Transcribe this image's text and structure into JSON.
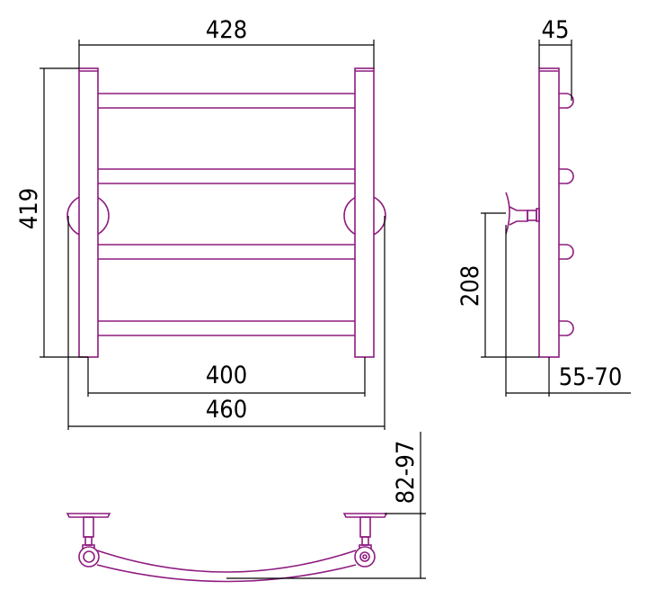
{
  "drawing": {
    "line_color": "#8e1b7f",
    "front_view": {
      "width_top": "428",
      "height": "419",
      "axis_distance": "400",
      "overall_width": "460"
    },
    "side_view": {
      "depth": "45",
      "connection_height": "208",
      "wall_gap": "55-70"
    },
    "top_view": {
      "projection": "82-97"
    }
  }
}
